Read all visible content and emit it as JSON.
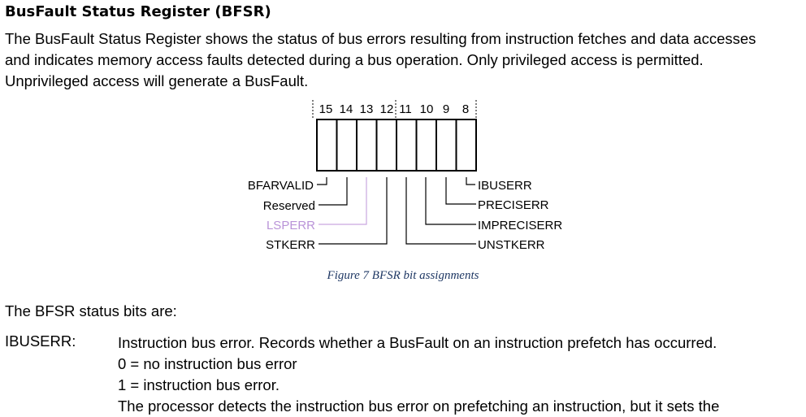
{
  "heading": "BusFault Status Register (BFSR)",
  "intro": {
    "line1": "The BusFault Status Register shows the status of bus errors resulting from instruction fetches and data accesses",
    "line2": "and indicates memory access faults detected during a bus operation. Only privileged access is permitted.",
    "line3": "Unprivileged access will generate a BusFault."
  },
  "figure": {
    "bit_numbers": [
      "15",
      "14",
      "13",
      "12",
      "11",
      "10",
      "9",
      "8"
    ],
    "left_labels": [
      "BFARVALID",
      "Reserved",
      "LSPERR",
      "STKERR"
    ],
    "right_labels": [
      "IBUSERR",
      "PRECISERR",
      "IMPRECISERR",
      "UNSTKERR"
    ],
    "caption": "Figure 7 BFSR bit assignments",
    "colors": {
      "highlight": "#c9a6e0",
      "highlight_text": "#b993d8",
      "caption": "#1f3864"
    }
  },
  "status_bits_intro": "The BFSR status bits are:",
  "ibuserr": {
    "term": "IBUSERR:",
    "line1": "Instruction bus error. Records whether a BusFault on an instruction prefetch has occurred.",
    "line2": "0 = no instruction bus error",
    "line3": "1 = instruction bus error.",
    "line4": "The processor detects the instruction bus error on prefetching an instruction, but it sets the"
  }
}
